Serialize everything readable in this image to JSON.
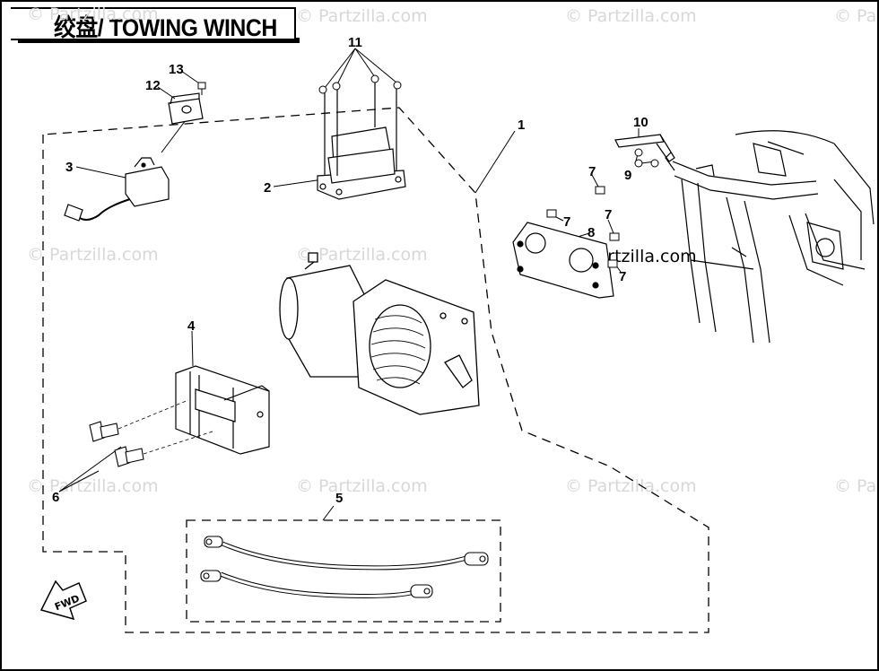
{
  "title": "绞盘/ TOWING WINCH",
  "watermark": "© Partzilla.com",
  "watermark_dark": "© Partzilla.com",
  "direction_marker": "FWD",
  "callouts": [
    "1",
    "2",
    "3",
    "4",
    "5",
    "6",
    "7",
    "7",
    "7",
    "7",
    "8",
    "9",
    "10",
    "11",
    "12",
    "13"
  ],
  "colors": {
    "line": "#000000",
    "background": "#ffffff",
    "watermark": "#d8d8d8"
  }
}
